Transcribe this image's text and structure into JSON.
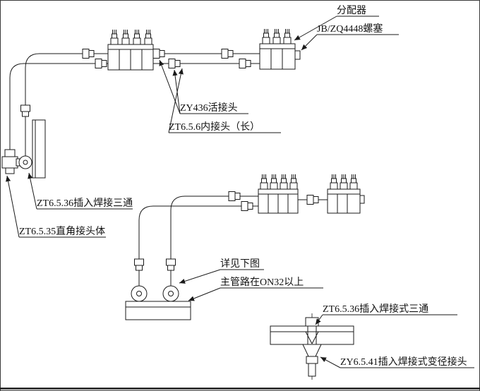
{
  "colors": {
    "line": "#1a1a1a",
    "text": "#111111",
    "background": "#ffffff",
    "frame": "#3a3a3a"
  },
  "labels": {
    "distributor": "分配器",
    "plug": "JB/ZQ4448螺塞",
    "union_joint": "ZY436活接头",
    "inner_joint_long": "ZT6.5.6内接头（长）",
    "insert_weld_tee": "ZT6.5.36插入焊接三通",
    "right_angle_joint_body": "ZT6.5.35直角接头体",
    "see_detail_below": "详见下图",
    "main_pipe_note": "主管路在ON32以上",
    "insert_weld_tee_detail": "ZT6.5.36插入焊接式三通",
    "reducer_joint": "ZY6.5.41插入焊接式变径接头"
  }
}
